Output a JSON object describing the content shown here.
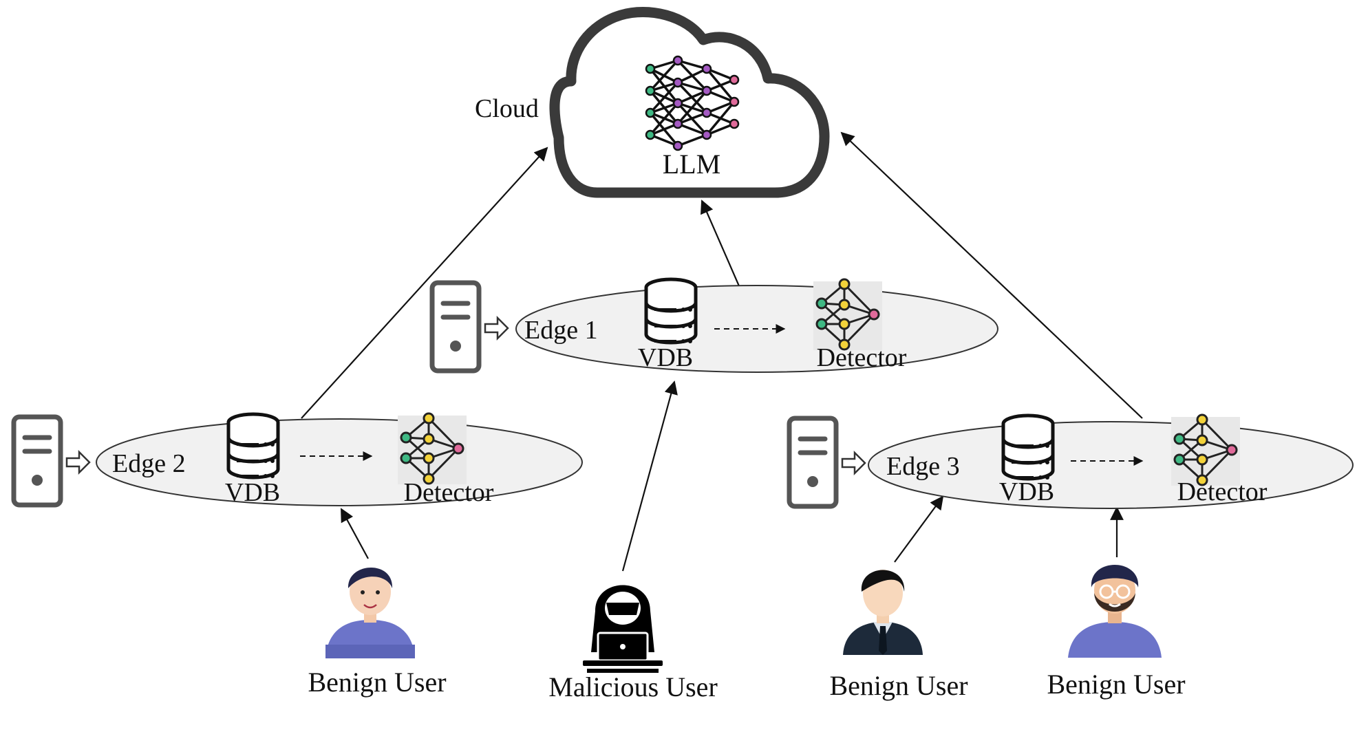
{
  "cloud": {
    "label": "Cloud",
    "model_label": "LLM",
    "icon": "neural-network-icon"
  },
  "edges": [
    {
      "id": "edge-1",
      "label": "Edge 1",
      "vdb_label": "VDB",
      "detector_label": "Detector"
    },
    {
      "id": "edge-2",
      "label": "Edge 2",
      "vdb_label": "VDB",
      "detector_label": "Detector"
    },
    {
      "id": "edge-3",
      "label": "Edge 3",
      "vdb_label": "VDB",
      "detector_label": "Detector"
    }
  ],
  "users": [
    {
      "id": "user-a",
      "label": "Benign User",
      "kind": "benign"
    },
    {
      "id": "user-b",
      "label": "Malicious User",
      "kind": "malicious"
    },
    {
      "id": "user-c",
      "label": "Benign User",
      "kind": "benign"
    },
    {
      "id": "user-d",
      "label": "Benign User",
      "kind": "benign"
    }
  ],
  "colors": {
    "ellipse_fill": "#f1f1f1",
    "stroke": "#222222",
    "node_green": "#3fb984",
    "node_pink": "#e06a9a",
    "node_purple": "#a45ac2",
    "node_yellow": "#f2d23a",
    "user_shirt": "#6c74c9",
    "user_hair": "#23264a"
  }
}
